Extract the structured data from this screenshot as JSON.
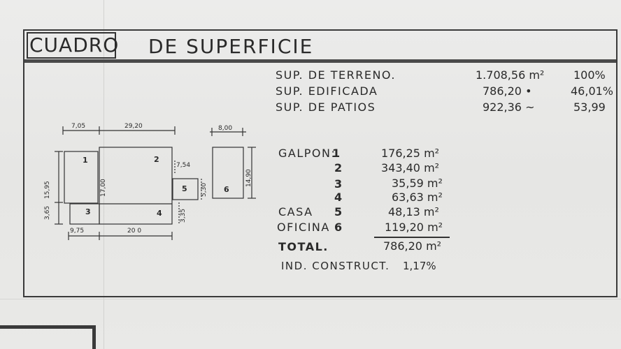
{
  "title": {
    "part1": "CUADRO",
    "part2": "DE SUPERFICIE"
  },
  "surfaces": [
    {
      "label": "SUP. DE TERRENO.",
      "value": "1.708,56 m²",
      "pct": "100%"
    },
    {
      "label": "SUP. EDIFICADA",
      "value": "786,20 •",
      "pct": "46,01%"
    },
    {
      "label": "SUP. DE PATIOS",
      "value": "922,36 ~",
      "pct": "53,99"
    }
  ],
  "areas": [
    {
      "name": "GALPON:",
      "num": "1",
      "value": "176,25 m²"
    },
    {
      "name": "",
      "num": "2",
      "value": "343,40 m²"
    },
    {
      "name": "",
      "num": "3",
      "value": "35,59 m²"
    },
    {
      "name": "",
      "num": "4",
      "value": "63,63 m²"
    },
    {
      "name": "CASA",
      "num": "5",
      "value": "48,13 m²"
    },
    {
      "name": "OFICINA",
      "num": "6",
      "value": "119,20 m²"
    }
  ],
  "total": {
    "label": "TOTAL.",
    "value": "786,20 m²"
  },
  "index": {
    "label": "IND. CONSTRUCT.",
    "value": "1,17%"
  },
  "diagram": {
    "dims": {
      "top_a": "7,05",
      "top_b": "29,20",
      "top_c": "8,00",
      "left_a": "15,95",
      "left_b": "3,65",
      "inner_h": "17,00",
      "mid_w": "7,54",
      "mid_h": "5,30",
      "right_h": "14,90",
      "bottom_a": "9,75",
      "bottom_b": "20 0",
      "small_h": "3,35"
    },
    "labels": [
      "1",
      "2",
      "3",
      "4",
      "5",
      "6"
    ]
  }
}
